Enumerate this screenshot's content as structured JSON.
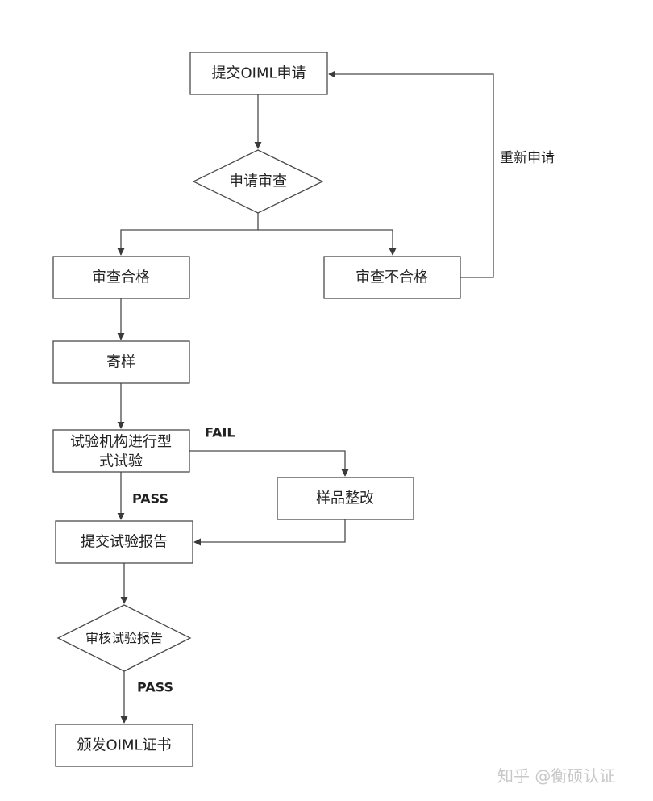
{
  "nodes": {
    "submit": "提交OIML申请",
    "review_decision": "申请审查",
    "review_pass": "审查合格",
    "review_fail": "审查不合格",
    "send_sample": "寄样",
    "type_test_line1": "试验机构进行型",
    "type_test_line2": "式试验",
    "rectify": "样品整改",
    "submit_report": "提交试验报告",
    "audit_report": "审核试验报告",
    "issue_cert": "颁发OIML证书"
  },
  "edge_labels": {
    "resubmit": "重新申请",
    "fail": "FAIL",
    "pass_test": "PASS",
    "pass_audit": "PASS"
  },
  "watermark": "知乎 @衡硕认证",
  "colors": {
    "stroke": "#4a4a4a",
    "text": "#222222",
    "watermark": "#c8c8c8"
  }
}
